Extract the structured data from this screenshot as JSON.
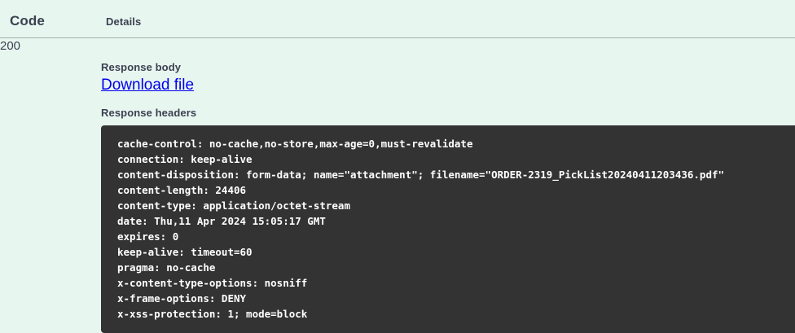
{
  "table": {
    "columns": {
      "code": "Code",
      "details": "Details"
    }
  },
  "response": {
    "code": "200",
    "response_body_label": "Response body",
    "download_link": "Download file",
    "response_headers_label": "Response headers",
    "headers": [
      "cache-control: no-cache,no-store,max-age=0,must-revalidate",
      "connection: keep-alive",
      "content-disposition: form-data; name=\"attachment\"; filename=\"ORDER-2319_PickList20240411203436.pdf\"",
      "content-length: 24406",
      "content-type: application/octet-stream",
      "date: Thu,11 Apr 2024 15:05:17 GMT",
      "expires: 0",
      "keep-alive: timeout=60",
      "pragma: no-cache",
      "x-content-type-options: nosniff",
      "x-frame-options: DENY",
      "x-xss-protection: 1; mode=block"
    ]
  },
  "colors": {
    "page_background": "#e8f6f0",
    "code_block_background": "#333333",
    "text": "#3b4151",
    "link": "#0000ee",
    "divider": "#9fb0ab"
  }
}
